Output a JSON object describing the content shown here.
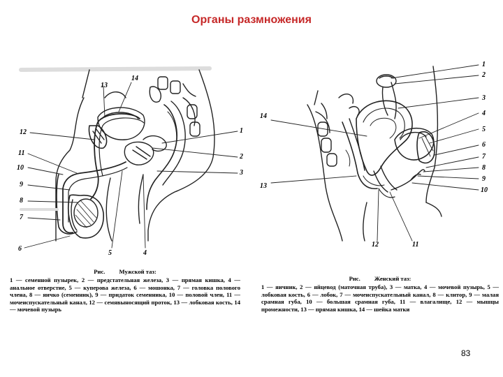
{
  "title": "Органы размножения",
  "page_number": "83",
  "male": {
    "fig_label": "Рис.",
    "fig_title": "Мужской таз:",
    "labels": [
      "1",
      "2",
      "3",
      "4",
      "5",
      "6",
      "7",
      "8",
      "9",
      "10",
      "11",
      "12",
      "13",
      "14"
    ],
    "caption": "1 — семенной пузырек, 2 — предстательная железа, 3 — прямая кишка, 4 — анальное отверстие, 5 — куперова железа, 6 — мошонка, 7 — головка полового члена, 8 — яичко (семенник), 9 — придаток семенника, 10 — половой член, 11 — мочеиспускательный канал, 12 — семявыносящий проток, 13 — лобковая кость, 14 — мочевой пузырь"
  },
  "female": {
    "fig_label": "Рис.",
    "fig_title": "Женский таз:",
    "labels": [
      "1",
      "2",
      "3",
      "4",
      "5",
      "6",
      "7",
      "8",
      "9",
      "10",
      "11",
      "12",
      "13",
      "14"
    ],
    "caption": "1 — яичник, 2 — яйцевод (маточная труба), 3 — матка, 4 — мочевой пузырь, 5 — лобковая кость, 6 — лобок, 7 — мочеиспускательный канал, 8 — клитор, 9 — малая срамная губа, 10 — большая срамная губа, 11 — влагалище, 12 — мышцы промежности, 13 — прямая кишка, 14 — шейка матки"
  }
}
